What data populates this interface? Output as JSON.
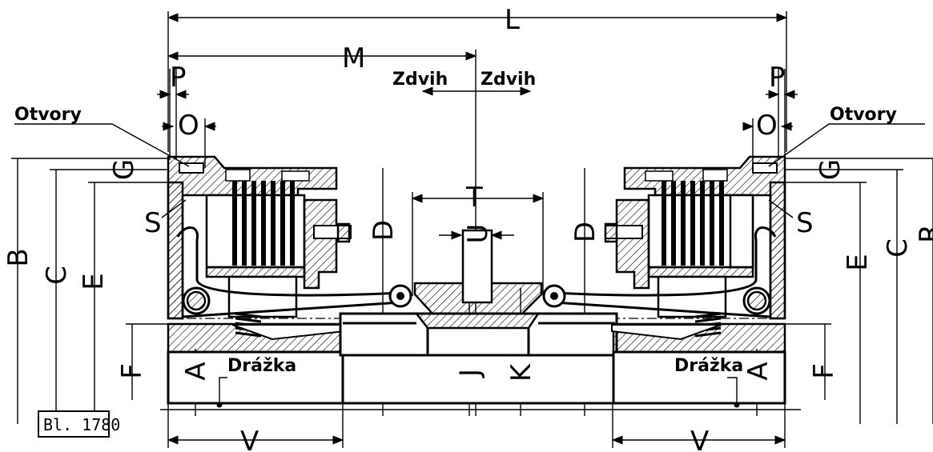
{
  "labels": {
    "L": "L",
    "M": "M",
    "P": "P",
    "O": "O",
    "G": "G",
    "S": "S",
    "B": "B",
    "C": "C",
    "E": "E",
    "F": "F",
    "A": "A",
    "D": "D",
    "T": "T",
    "U": "U",
    "J": "J",
    "K": "K",
    "V": "V",
    "R": "R",
    "zdvih": "Zdvih",
    "otvory": "Otvory",
    "drazka": "Drážka",
    "sheet_ref": "Bl. 1780"
  }
}
